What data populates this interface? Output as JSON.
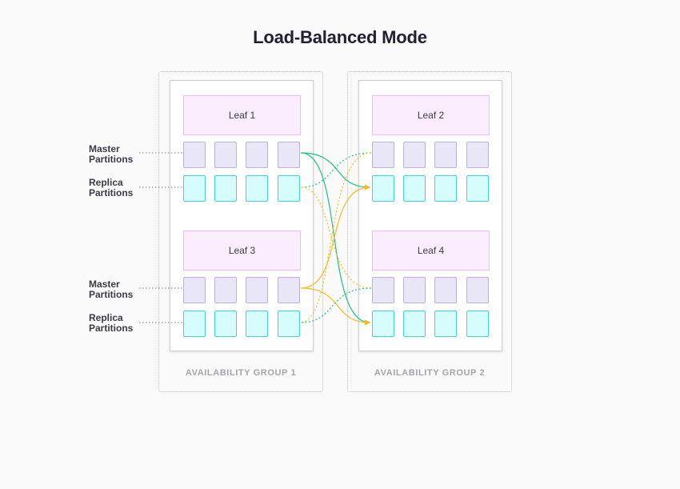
{
  "title": "Load-Balanced Mode",
  "groups": [
    {
      "label": "AVAILABILITY GROUP 1",
      "leaves": [
        "Leaf 1",
        "Leaf 3"
      ]
    },
    {
      "label": "AVAILABILITY GROUP 2",
      "leaves": [
        "Leaf 2",
        "Leaf 4"
      ]
    }
  ],
  "row_labels": {
    "master": [
      "Master",
      "Partitions"
    ],
    "replica": [
      "Replica",
      "Partitions"
    ]
  },
  "colors": {
    "leaf1_replication": "#1fc27f",
    "leaf3_replication": "#f5bb22",
    "label_leader": "#7a7a86",
    "master_partition": "#e9e6f7",
    "replica_partition": "#d7fcfc",
    "leaf_box": "#fbedfd"
  }
}
